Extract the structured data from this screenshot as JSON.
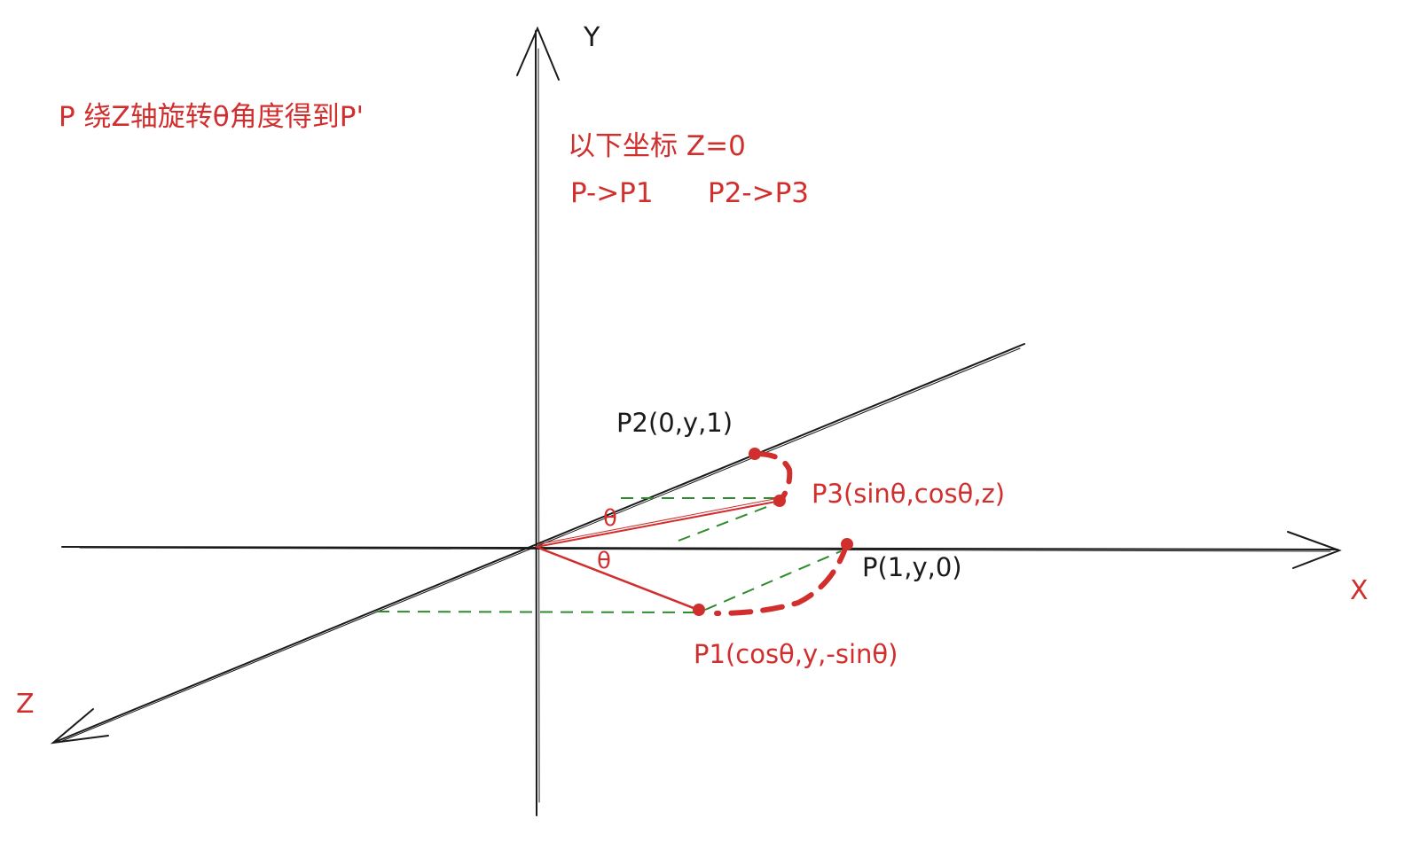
{
  "diagram": {
    "axes": {
      "x_label": "X",
      "y_label": "Y",
      "z_label": "Z"
    },
    "notes": {
      "title": "P  绕Z轴旋转θ角度得到P'",
      "coords_note": "以下坐标  Z=0",
      "mapping_1": "P->P1",
      "mapping_2": "P2->P3"
    },
    "points": {
      "p": "P(1,y,0)",
      "p1": "P1(cosθ,y,-sinθ)",
      "p2": "P2(0,y,1)",
      "p3": "P3(sinθ,cosθ,z)"
    },
    "angles": {
      "theta_upper": "θ",
      "theta_lower": "θ"
    },
    "colors": {
      "axis": "#1a1a1a",
      "red_ink": "#d12e2e",
      "green_dashed": "#2e8b2e",
      "background": "#ffffff"
    }
  }
}
